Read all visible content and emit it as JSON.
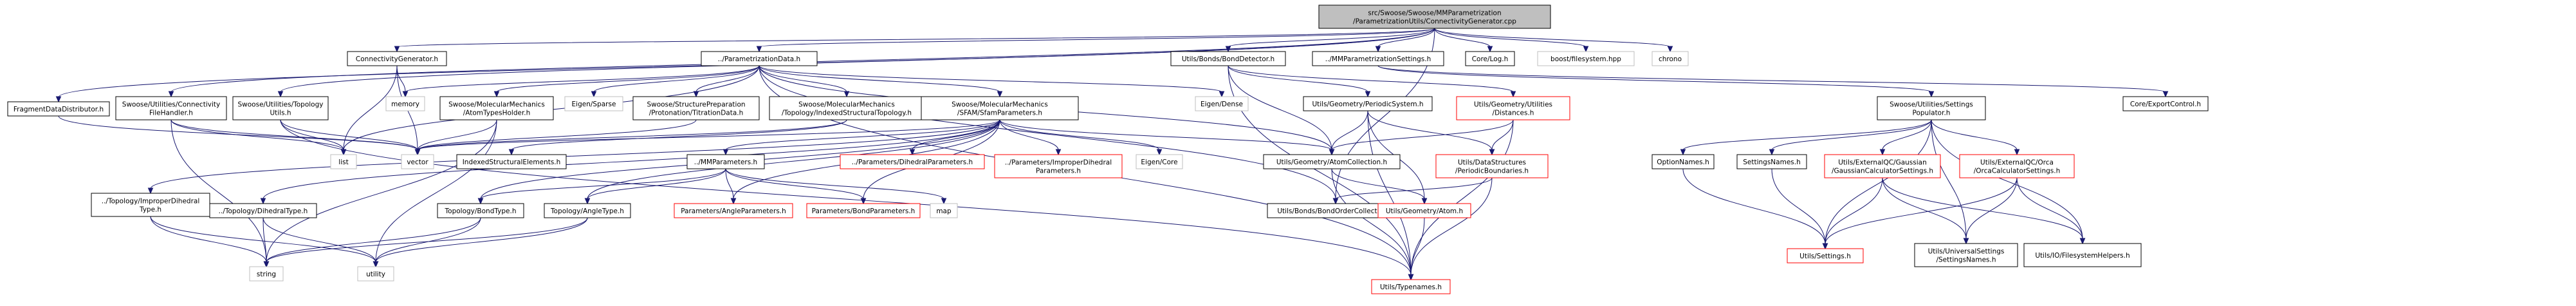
{
  "colors": {
    "edge": "#191970",
    "root_fill": "#bfbfbf",
    "root_stroke": "#000000",
    "doc_stroke": "#000000",
    "missing_stroke": "#bfbfbf",
    "red_stroke": "#ff0000",
    "text": "#000000"
  },
  "nodes": {
    "root": {
      "lines": [
        "src/Swoose/Swoose/MMParametrization",
        "/ParametrizationUtils/ConnectivityGenerator.cpp"
      ],
      "kind": "root"
    },
    "fragment": {
      "lines": [
        "FragmentDataDistributor.h"
      ],
      "kind": "doc"
    },
    "swconn": {
      "lines": [
        "Swoose/Utilities/Connectivity",
        "FileHandler.h"
      ],
      "kind": "doc"
    },
    "swtop": {
      "lines": [
        "Swoose/Utilities/Topology",
        "Utils.h"
      ],
      "kind": "doc"
    },
    "conngen": {
      "lines": [
        "ConnectivityGenerator.h"
      ],
      "kind": "doc"
    },
    "paramdata": {
      "lines": [
        "../ParametrizationData.h"
      ],
      "kind": "doc"
    },
    "bonddet": {
      "lines": [
        "Utils/Bonds/BondDetector.h"
      ],
      "kind": "doc"
    },
    "mmparset": {
      "lines": [
        "../MMParametrizationSettings.h"
      ],
      "kind": "doc"
    },
    "corelog": {
      "lines": [
        "Core/Log.h"
      ],
      "kind": "doc"
    },
    "boostfs": {
      "lines": [
        "boost/filesystem.hpp"
      ],
      "kind": "missing"
    },
    "chrono": {
      "lines": [
        "chrono"
      ],
      "kind": "missing"
    },
    "memory": {
      "lines": [
        "memory"
      ],
      "kind": "missing"
    },
    "atomtypes": {
      "lines": [
        "Swoose/MolecularMechanics",
        "/AtomTypesHolder.h"
      ],
      "kind": "doc"
    },
    "eigsparse": {
      "lines": [
        "Eigen/Sparse"
      ],
      "kind": "missing"
    },
    "protonation": {
      "lines": [
        "Swoose/StructurePreparation",
        "/Protonation/TitrationData.h"
      ],
      "kind": "doc"
    },
    "indexedtop": {
      "lines": [
        "Swoose/MolecularMechanics",
        "/Topology/IndexedStructuralTopology.h"
      ],
      "kind": "doc"
    },
    "sfam": {
      "lines": [
        "Swoose/MolecularMechanics",
        "/SFAM/SfamParameters.h"
      ],
      "kind": "doc"
    },
    "eigdense": {
      "lines": [
        "Eigen/Dense"
      ],
      "kind": "missing"
    },
    "periodic": {
      "lines": [
        "Utils/Geometry/PeriodicSystem.h"
      ],
      "kind": "doc"
    },
    "distances": {
      "lines": [
        "Utils/Geometry/Utilities",
        "/Distances.h"
      ],
      "kind": "red"
    },
    "swsetpop": {
      "lines": [
        "Swoose/Utilities/Settings",
        "Populator.h"
      ],
      "kind": "doc"
    },
    "coreexport": {
      "lines": [
        "Core/ExportControl.h"
      ],
      "kind": "doc"
    },
    "list": {
      "lines": [
        "list"
      ],
      "kind": "missing"
    },
    "vector": {
      "lines": [
        "vector"
      ],
      "kind": "missing"
    },
    "indexedelem": {
      "lines": [
        "IndexedStructuralElements.h"
      ],
      "kind": "doc"
    },
    "mmparams": {
      "lines": [
        "../MMParameters.h"
      ],
      "kind": "doc"
    },
    "dihedpar": {
      "lines": [
        "../Parameters/DihedralParameters.h"
      ],
      "kind": "red"
    },
    "improperpar": {
      "lines": [
        "../Parameters/ImproperDihedral",
        "Parameters.h"
      ],
      "kind": "red"
    },
    "eigcore": {
      "lines": [
        "Eigen/Core"
      ],
      "kind": "missing"
    },
    "atomcoll": {
      "lines": [
        "Utils/Geometry/AtomCollection.h"
      ],
      "kind": "doc"
    },
    "periodicbnd": {
      "lines": [
        "Utils/DataStructures",
        "/PeriodicBoundaries.h"
      ],
      "kind": "red"
    },
    "optionnames": {
      "lines": [
        "OptionNames.h"
      ],
      "kind": "doc"
    },
    "settingsnames": {
      "lines": [
        "SettingsNames.h"
      ],
      "kind": "doc"
    },
    "gaussian": {
      "lines": [
        "Utils/ExternalQC/Gaussian",
        "/GaussianCalculatorSettings.h"
      ],
      "kind": "red"
    },
    "orca": {
      "lines": [
        "Utils/ExternalQC/Orca",
        "/OrcaCalculatorSettings.h"
      ],
      "kind": "red"
    },
    "improptype": {
      "lines": [
        "../Topology/ImproperDihedral",
        "Type.h"
      ],
      "kind": "doc"
    },
    "dihedtype": {
      "lines": [
        "../Topology/DihedralType.h"
      ],
      "kind": "doc"
    },
    "bondtype": {
      "lines": [
        "Topology/BondType.h"
      ],
      "kind": "doc"
    },
    "angletype": {
      "lines": [
        "Topology/AngleType.h"
      ],
      "kind": "doc"
    },
    "anglepar": {
      "lines": [
        "Parameters/AngleParameters.h"
      ],
      "kind": "red"
    },
    "bondpar": {
      "lines": [
        "Parameters/BondParameters.h"
      ],
      "kind": "red"
    },
    "map": {
      "lines": [
        "map"
      ],
      "kind": "missing"
    },
    "bondorder": {
      "lines": [
        "Utils/Bonds/BondOrderCollection.h"
      ],
      "kind": "doc"
    },
    "utilsatom": {
      "lines": [
        "Utils/Geometry/Atom.h"
      ],
      "kind": "red"
    },
    "utilssettings": {
      "lines": [
        "Utils/Settings.h"
      ],
      "kind": "red"
    },
    "universal": {
      "lines": [
        "Utils/UniversalSettings",
        "/SettingsNames.h"
      ],
      "kind": "doc"
    },
    "fshelpers": {
      "lines": [
        "Utils/IO/FilesystemHelpers.h"
      ],
      "kind": "doc"
    },
    "string": {
      "lines": [
        "string"
      ],
      "kind": "missing"
    },
    "utility": {
      "lines": [
        "utility"
      ],
      "kind": "missing"
    },
    "typenames": {
      "lines": [
        "Utils/Typenames.h"
      ],
      "kind": "red"
    }
  },
  "edges": [
    [
      "root",
      "fragment"
    ],
    [
      "root",
      "swconn"
    ],
    [
      "root",
      "swtop"
    ],
    [
      "root",
      "conngen"
    ],
    [
      "root",
      "paramdata"
    ],
    [
      "root",
      "bonddet"
    ],
    [
      "root",
      "mmparset"
    ],
    [
      "root",
      "corelog"
    ],
    [
      "root",
      "boostfs"
    ],
    [
      "root",
      "chrono"
    ],
    [
      "root",
      "bondorder"
    ],
    [
      "fragment",
      "vector"
    ],
    [
      "swconn",
      "list"
    ],
    [
      "swconn",
      "vector"
    ],
    [
      "swconn",
      "string"
    ],
    [
      "swtop",
      "list"
    ],
    [
      "swtop",
      "vector"
    ],
    [
      "swtop",
      "typenames"
    ],
    [
      "conngen",
      "memory"
    ],
    [
      "conngen",
      "vector"
    ],
    [
      "conngen",
      "list"
    ],
    [
      "paramdata",
      "atomtypes"
    ],
    [
      "paramdata",
      "eigsparse"
    ],
    [
      "paramdata",
      "protonation"
    ],
    [
      "paramdata",
      "indexedtop"
    ],
    [
      "paramdata",
      "sfam"
    ],
    [
      "paramdata",
      "eigdense"
    ],
    [
      "paramdata",
      "memory"
    ],
    [
      "paramdata",
      "list"
    ],
    [
      "paramdata",
      "atomcoll"
    ],
    [
      "paramdata",
      "bondorder"
    ],
    [
      "paramdata",
      "typenames"
    ],
    [
      "atomtypes",
      "vector"
    ],
    [
      "atomtypes",
      "string"
    ],
    [
      "atomtypes",
      "utility"
    ],
    [
      "protonation",
      "vector"
    ],
    [
      "indexedtop",
      "vector"
    ],
    [
      "indexedtop",
      "indexedelem"
    ],
    [
      "sfam",
      "mmparams"
    ],
    [
      "sfam",
      "dihedpar"
    ],
    [
      "sfam",
      "improperpar"
    ],
    [
      "sfam",
      "eigcore"
    ],
    [
      "sfam",
      "vector"
    ],
    [
      "sfam",
      "improptype"
    ],
    [
      "sfam",
      "dihedtype"
    ],
    [
      "sfam",
      "bondtype"
    ],
    [
      "sfam",
      "angletype"
    ],
    [
      "sfam",
      "anglepar"
    ],
    [
      "sfam",
      "bondpar"
    ],
    [
      "sfam",
      "atomcoll"
    ],
    [
      "mmparams",
      "bondtype"
    ],
    [
      "mmparams",
      "angletype"
    ],
    [
      "mmparams",
      "anglepar"
    ],
    [
      "mmparams",
      "bondpar"
    ],
    [
      "mmparams",
      "map"
    ],
    [
      "bonddet",
      "periodic"
    ],
    [
      "bonddet",
      "distances"
    ],
    [
      "bonddet",
      "atomcoll"
    ],
    [
      "bonddet",
      "typenames"
    ],
    [
      "periodic",
      "atomcoll"
    ],
    [
      "periodic",
      "periodicbnd"
    ],
    [
      "periodic",
      "utilsatom"
    ],
    [
      "periodic",
      "typenames"
    ],
    [
      "distances",
      "atomcoll"
    ],
    [
      "distances",
      "periodicbnd"
    ],
    [
      "distances",
      "typenames"
    ],
    [
      "atomcoll",
      "utilsatom"
    ],
    [
      "atomcoll",
      "typenames"
    ],
    [
      "periodicbnd",
      "bondorder"
    ],
    [
      "periodicbnd",
      "typenames"
    ],
    [
      "utilsatom",
      "typenames"
    ],
    [
      "mmparset",
      "swsetpop"
    ],
    [
      "mmparset",
      "coreexport"
    ],
    [
      "swsetpop",
      "optionnames"
    ],
    [
      "swsetpop",
      "settingsnames"
    ],
    [
      "swsetpop",
      "gaussian"
    ],
    [
      "swsetpop",
      "orca"
    ],
    [
      "swsetpop",
      "utilssettings"
    ],
    [
      "swsetpop",
      "universal"
    ],
    [
      "swsetpop",
      "fshelpers"
    ],
    [
      "optionnames",
      "utilssettings"
    ],
    [
      "settingsnames",
      "utilssettings"
    ],
    [
      "gaussian",
      "utilssettings"
    ],
    [
      "gaussian",
      "universal"
    ],
    [
      "gaussian",
      "fshelpers"
    ],
    [
      "orca",
      "utilssettings"
    ],
    [
      "orca",
      "universal"
    ],
    [
      "orca",
      "fshelpers"
    ],
    [
      "improptype",
      "string"
    ],
    [
      "improptype",
      "utility"
    ],
    [
      "dihedtype",
      "string"
    ],
    [
      "dihedtype",
      "utility"
    ],
    [
      "bondtype",
      "string"
    ],
    [
      "bondtype",
      "utility"
    ],
    [
      "angletype",
      "string"
    ],
    [
      "angletype",
      "utility"
    ]
  ]
}
